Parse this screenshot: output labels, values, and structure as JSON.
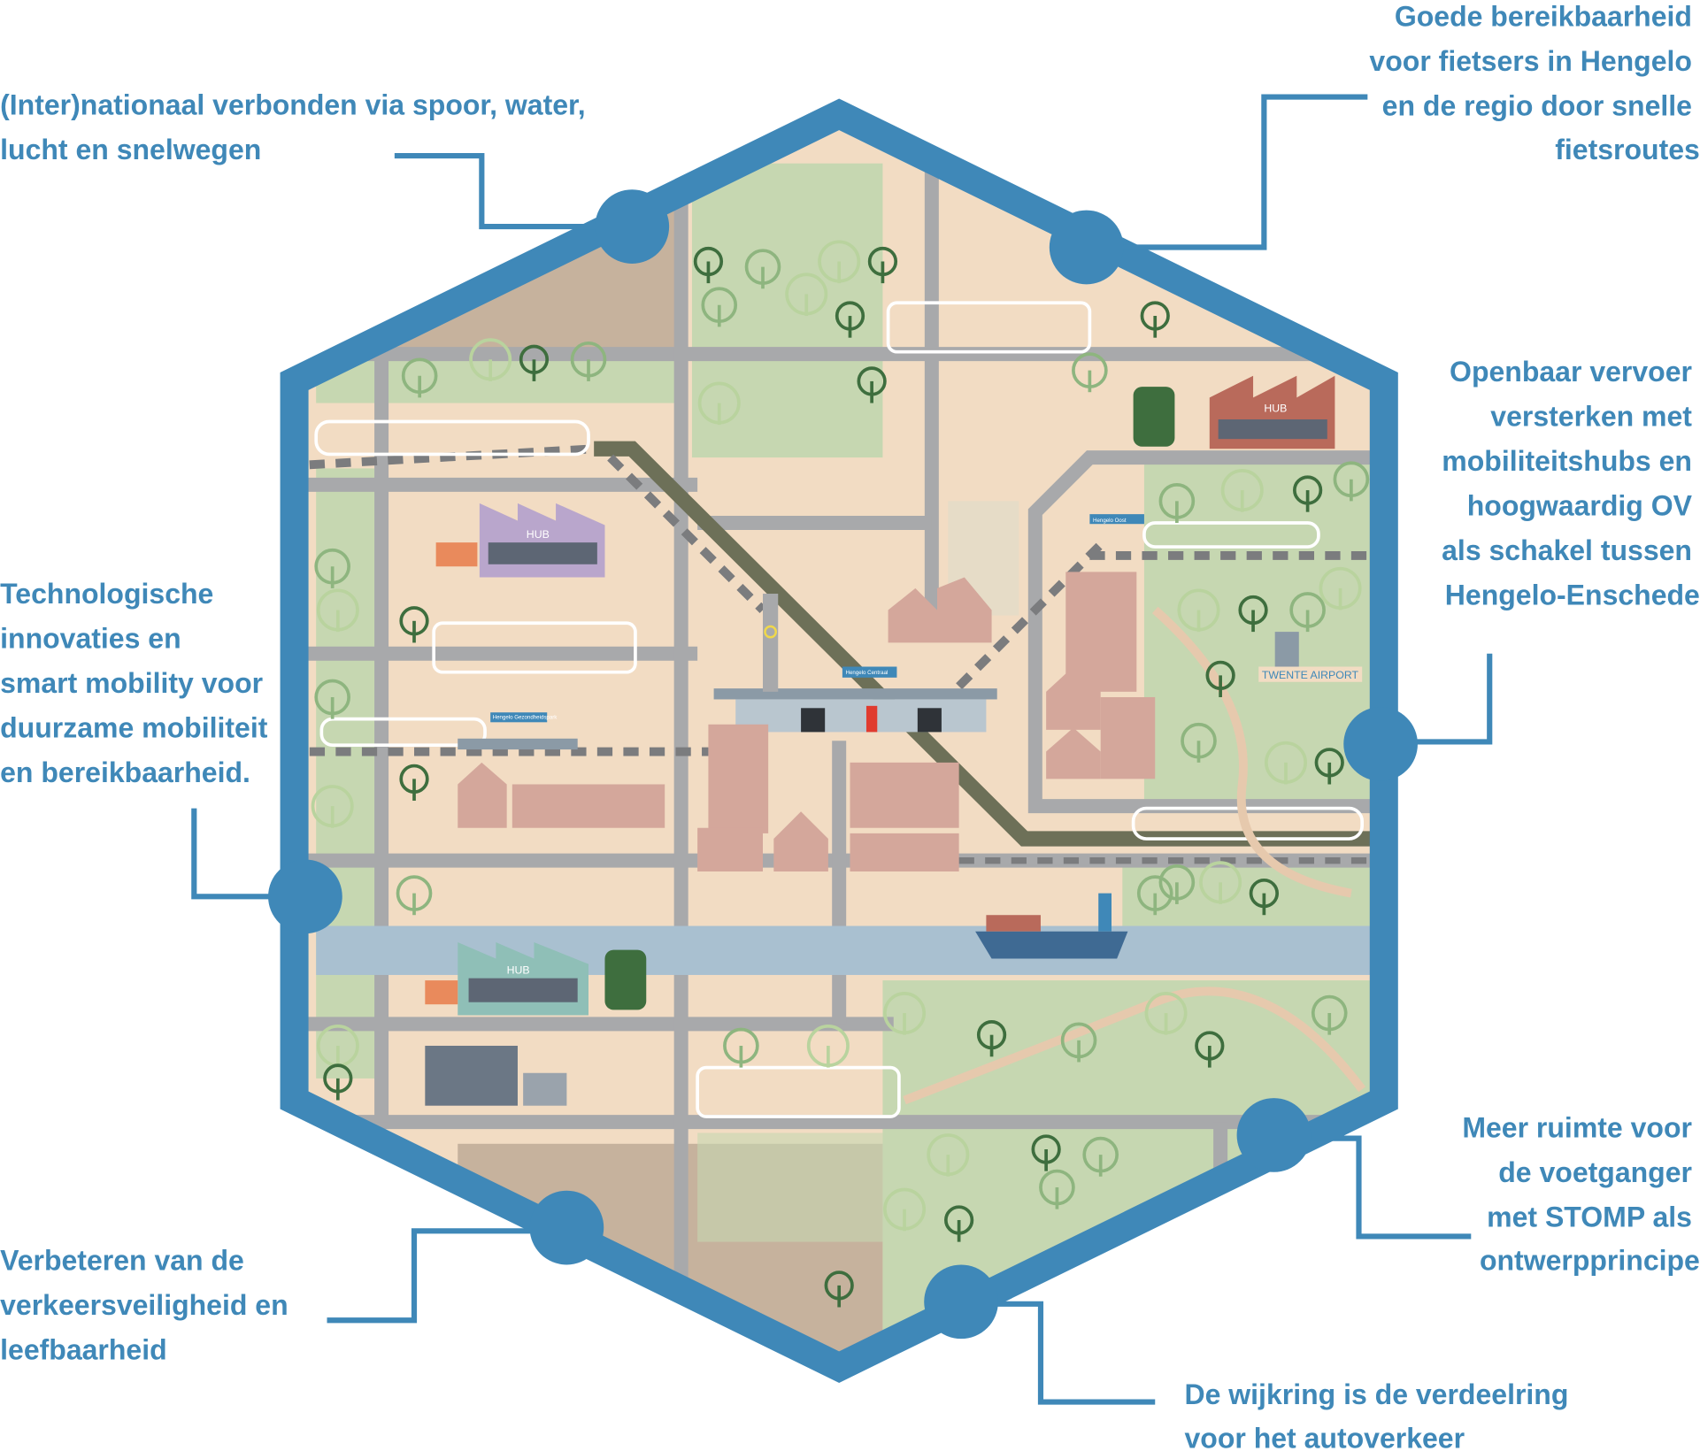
{
  "colors": {
    "accent": "#3f88b8",
    "background": "#f2dcc3",
    "park": "#c6d7b1",
    "water": "#a9c0d0",
    "road": "#a8a9ab",
    "rail": "#6d7058"
  },
  "callouts": [
    {
      "id": "connected",
      "lines": [
        "(Inter)nationaal verbonden via spoor, water,",
        "lucht en snelwegen"
      ]
    },
    {
      "id": "cycling",
      "lines": [
        "Goede bereikbaarheid",
        "voor fietsers in Hengelo",
        "en de regio door snelle",
        "fietsroutes"
      ]
    },
    {
      "id": "public-transport",
      "lines": [
        "Openbaar vervoer",
        "versterken met",
        "mobiliteitshubs en",
        "hoogwaardig OV",
        "als schakel tussen",
        "Hengelo-Enschede"
      ]
    },
    {
      "id": "pedestrian",
      "lines": [
        "Meer ruimte voor",
        "de voetganger",
        "met STOMP als",
        "ontwerpprincipe"
      ]
    },
    {
      "id": "ring-road",
      "lines": [
        "De wijkring is de verdeelring",
        "voor het autoverkeer"
      ]
    },
    {
      "id": "safety",
      "lines": [
        "Verbeteren van de",
        "verkeersveiligheid en",
        "leefbaarheid"
      ]
    },
    {
      "id": "innovation",
      "lines": [
        "Technologische",
        "innovaties en",
        "smart mobility voor",
        "duurzame mobiliteit",
        "en bereikbaarheid."
      ]
    }
  ],
  "map": {
    "hub_label": "HUB",
    "stations": {
      "central": "Hengelo Centraal",
      "gezondheidspark": "Hengelo Gezondheidspark",
      "oost": "Hengelo Oost"
    },
    "airport": "TWENTE AIRPORT"
  }
}
